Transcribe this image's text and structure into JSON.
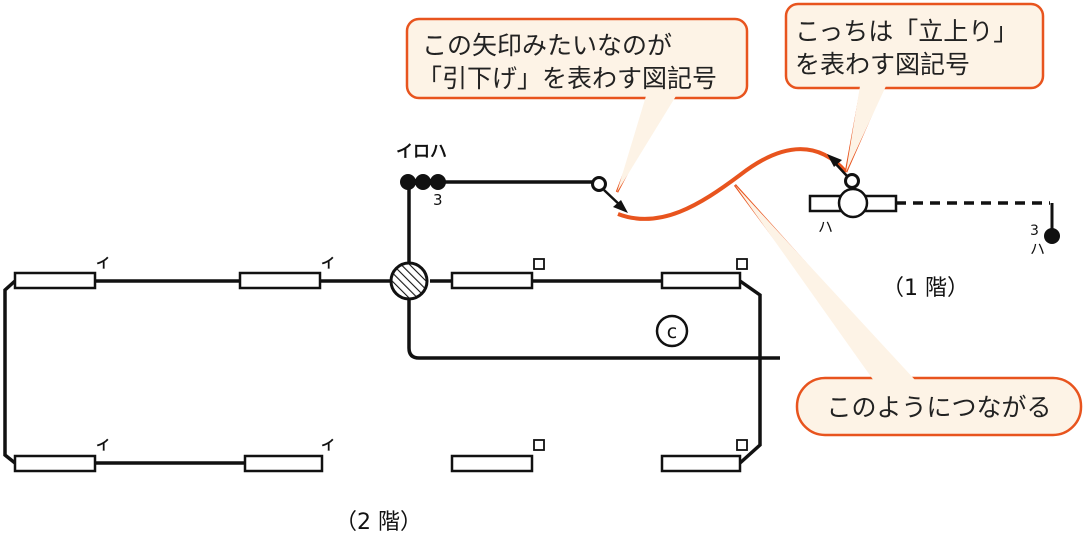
{
  "callouts": {
    "hikisage_line1": "この矢印みたいなのが",
    "hikisage_line2": "「引下げ」を表わす図記号",
    "tachiagari_line1": "こっちは「立上り」",
    "tachiagari_line2": "を表わす図記号",
    "connection": "このようにつながる"
  },
  "labels": {
    "circuit_names": "イロハ",
    "count_3_top": "3",
    "count_3_right": "3",
    "ha_under_fixture": "ハ",
    "ha_right": "ハ",
    "i": "イ",
    "ro": "ロ",
    "c_mark": "c",
    "floor_1": "（1 階）",
    "floor_2": "（2 階）"
  },
  "colors": {
    "accent": "#e8541e",
    "callout_fill": "#fdf3e6",
    "line": "#111111"
  }
}
